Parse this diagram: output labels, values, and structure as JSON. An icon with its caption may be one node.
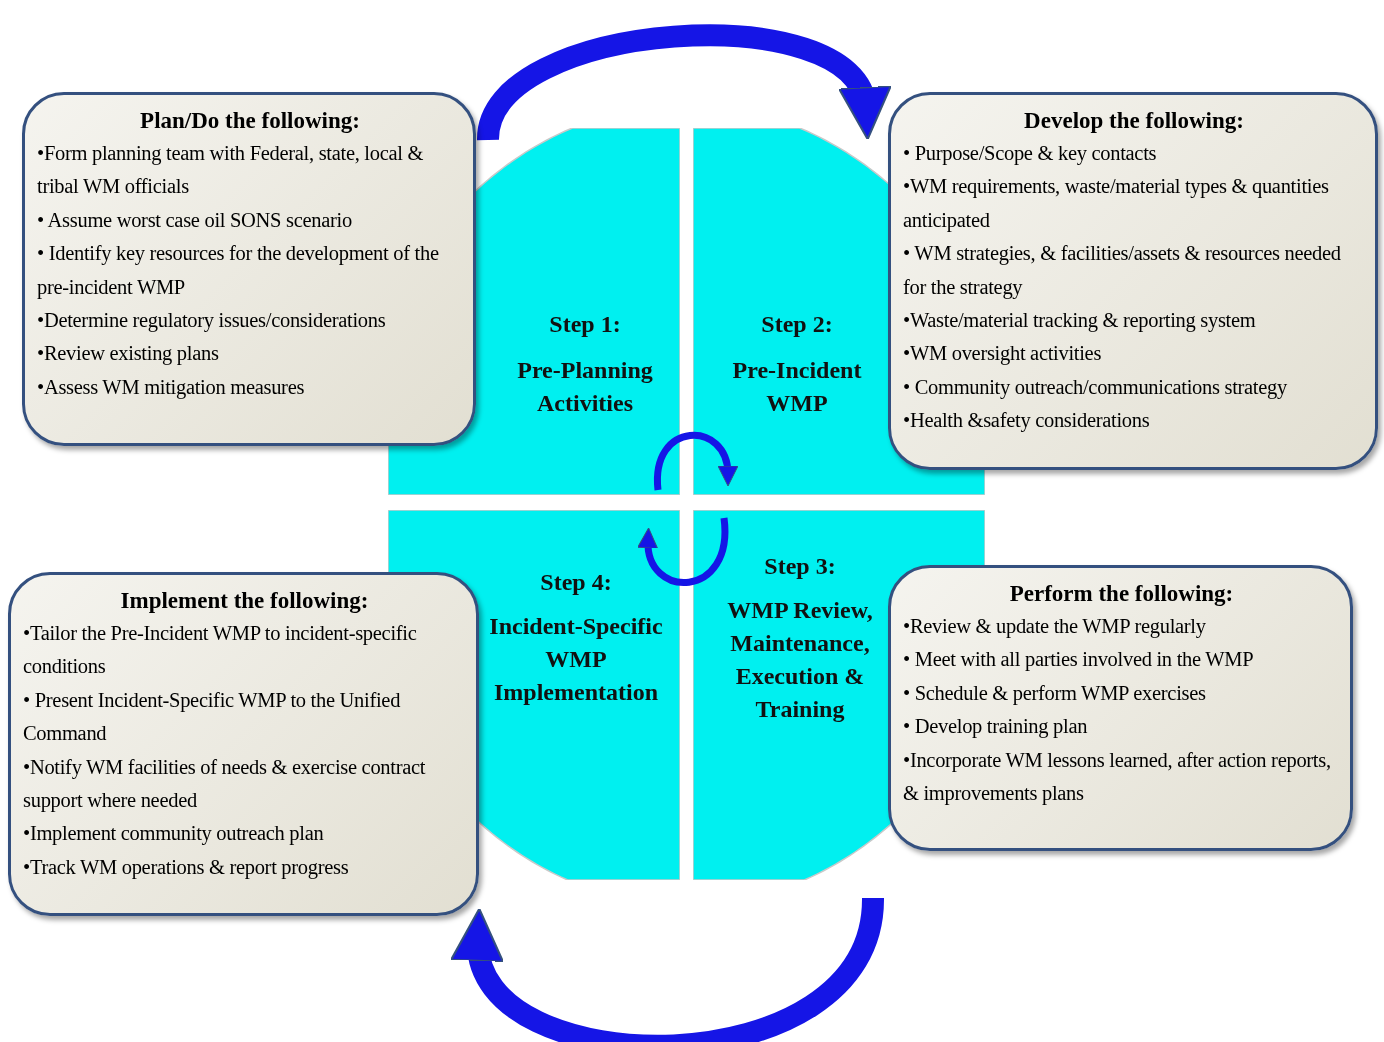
{
  "diagram": {
    "nodes": [
      {
        "text": [
          "Plan/Do the following:",
          "•Form planning team with Federal, state, local & tribal WM officials",
          "• Assume worst case oil SONS scenario",
          "• Identify key resources for the development of the pre-incident WMP",
          "•Determine regulatory issues/considerations",
          "•Review existing plans",
          "•Assess WM mitigation measures"
        ]
      },
      {
        "text": [
          "Step 1:",
          "Pre-Planning Activities"
        ]
      },
      {
        "text": [
          "Step 2:",
          "Pre-Incident WMP"
        ]
      },
      {
        "text": [
          "Develop the following:",
          "• Purpose/Scope & key contacts",
          "•WM requirements, waste/material types & quantities anticipated",
          "• WM strategies, & facilities/assets & resources needed for the strategy",
          "•Waste/material tracking & reporting system",
          "•WM oversight activities",
          "• Community outreach/communications strategy",
          "•Health &safety considerations"
        ]
      },
      {
        "text": [
          "Step 4:",
          "Incident-Specific WMP Implementation"
        ]
      },
      {
        "text": [
          "Step 3:",
          "WMP Review, Maintenance, Execution & Training"
        ]
      },
      {
        "text": [
          "Implement the following:",
          "•Tailor the Pre-Incident WMP to incident-specific conditions",
          "• Present Incident-Specific WMP to the Unified Command",
          "•Notify WM facilities of needs & exercise contract support where needed",
          "•Implement community outreach plan",
          "•Track WM operations & report progress"
        ]
      },
      {
        "text": [
          "Perform the following:",
          "•Review & update the WMP regularly",
          "• Meet with all parties involved in the WMP",
          "• Schedule & perform WMP exercises",
          "• Develop training plan",
          "•Incorporate WM lessons learned, after action reports, & improvements plans"
        ]
      }
    ],
    "edges": [
      {
        "from": 0,
        "to": 3,
        "arrow": "to",
        "style": "thick"
      },
      {
        "from": 1,
        "to": 2,
        "arrow": "to"
      },
      {
        "from": 5,
        "to": 4,
        "arrow": "to"
      },
      {
        "from": 7,
        "to": 6,
        "arrow": "to",
        "style": "thick"
      }
    ]
  }
}
